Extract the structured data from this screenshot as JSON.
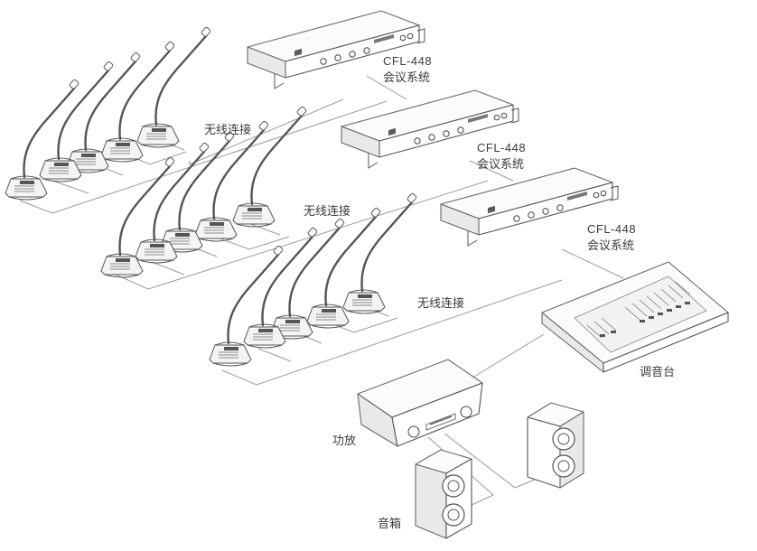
{
  "receivers": [
    {
      "model": "CFL-448",
      "desc": "会议系统"
    },
    {
      "model": "CFL-448",
      "desc": "会议系统"
    },
    {
      "model": "CFL-448",
      "desc": "会议系统"
    }
  ],
  "wireless_labels": [
    "无线连接",
    "无线连接",
    "无线连接"
  ],
  "mixer_label": "调音台",
  "amplifier_label": "功放",
  "speaker_label": "音箱"
}
